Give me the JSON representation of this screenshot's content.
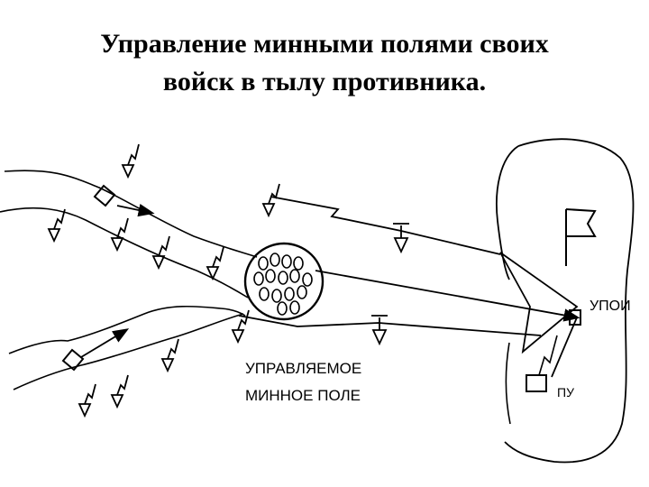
{
  "title": {
    "line1": "Управление минными полями своих",
    "line2": "войск в тылу противника."
  },
  "labels": {
    "minefield_line1": "УПРАВЛЯЕМОЕ",
    "minefield_line2": "МИННОЕ ПОЛЕ",
    "command_post": "УПОИ",
    "control_point": "ПУ"
  },
  "colors": {
    "ink": "#000000",
    "background": "#ffffff"
  }
}
